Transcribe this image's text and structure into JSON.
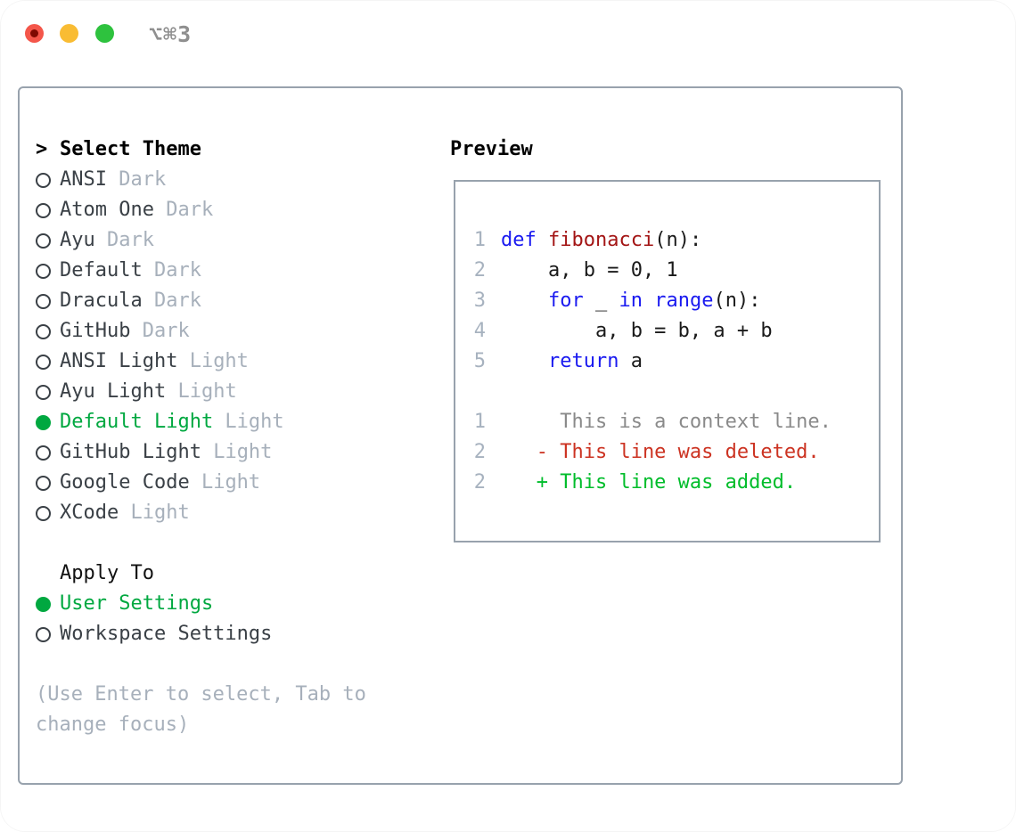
{
  "window": {
    "shortcut": "⌥⌘3",
    "traffic_lights": [
      "close",
      "minimize",
      "zoom"
    ]
  },
  "theme_panel": {
    "prompt": ">",
    "title": "Select Theme",
    "themes": [
      {
        "name": "ANSI",
        "variant": "Dark",
        "selected": false
      },
      {
        "name": "Atom One",
        "variant": "Dark",
        "selected": false
      },
      {
        "name": "Ayu",
        "variant": "Dark",
        "selected": false
      },
      {
        "name": "Default",
        "variant": "Dark",
        "selected": false
      },
      {
        "name": "Dracula",
        "variant": "Dark",
        "selected": false
      },
      {
        "name": "GitHub",
        "variant": "Dark",
        "selected": false
      },
      {
        "name": "ANSI Light",
        "variant": "Light",
        "selected": false
      },
      {
        "name": "Ayu Light",
        "variant": "Light",
        "selected": false
      },
      {
        "name": "Default Light",
        "variant": "Light",
        "selected": true
      },
      {
        "name": "GitHub Light",
        "variant": "Light",
        "selected": false
      },
      {
        "name": "Google Code",
        "variant": "Light",
        "selected": false
      },
      {
        "name": "XCode",
        "variant": "Light",
        "selected": false
      }
    ],
    "apply_to": {
      "title": "Apply To",
      "options": [
        {
          "label": "User Settings",
          "selected": true
        },
        {
          "label": "Workspace Settings",
          "selected": false
        }
      ]
    },
    "hint": "(Use Enter to select, Tab to change focus)"
  },
  "preview": {
    "title": "Preview",
    "code_lines": [
      {
        "num": "1",
        "tokens": [
          {
            "t": "def",
            "c": "keyword"
          },
          {
            "t": " ",
            "c": "plain"
          },
          {
            "t": "fibonacci",
            "c": "function"
          },
          {
            "t": "(n):",
            "c": "plain"
          }
        ]
      },
      {
        "num": "2",
        "tokens": [
          {
            "t": "    a, b = 0, 1",
            "c": "plain"
          }
        ]
      },
      {
        "num": "3",
        "tokens": [
          {
            "t": "    ",
            "c": "plain"
          },
          {
            "t": "for",
            "c": "keyword"
          },
          {
            "t": " _ ",
            "c": "plain"
          },
          {
            "t": "in",
            "c": "keyword"
          },
          {
            "t": " ",
            "c": "plain"
          },
          {
            "t": "range",
            "c": "keyword"
          },
          {
            "t": "(n):",
            "c": "plain"
          }
        ]
      },
      {
        "num": "4",
        "tokens": [
          {
            "t": "        a, b = b, a + b",
            "c": "plain"
          }
        ]
      },
      {
        "num": "5",
        "tokens": [
          {
            "t": "    ",
            "c": "plain"
          },
          {
            "t": "return",
            "c": "keyword"
          },
          {
            "t": " a",
            "c": "plain"
          }
        ]
      },
      {
        "num": "",
        "tokens": []
      },
      {
        "num": "1",
        "tokens": [
          {
            "t": "     This is a context line.",
            "c": "context"
          }
        ]
      },
      {
        "num": "2",
        "tokens": [
          {
            "t": "   - This line was deleted.",
            "c": "deleted"
          }
        ]
      },
      {
        "num": "2",
        "tokens": [
          {
            "t": "   + This line was added.",
            "c": "added"
          }
        ]
      }
    ]
  },
  "colors": {
    "light_red": "#f4564a",
    "light_red_dot": "#7e0a02",
    "light_yellow": "#f9bc33",
    "light_green": "#2ec23e",
    "shortcut_gray": "#8f8f8f",
    "panel_border": "#98a2ad",
    "text_dark": "#3a4046",
    "muted_gray": "#a7b0bb",
    "sel_green": "#00a840",
    "linenum_gray": "#a7b2bf",
    "code_plain": "#1a1a1a",
    "code_keyword": "#1a1af0",
    "code_function": "#a31515",
    "code_context": "#8a8a8a",
    "code_deleted": "#cc3322",
    "code_added": "#00bd2b"
  }
}
